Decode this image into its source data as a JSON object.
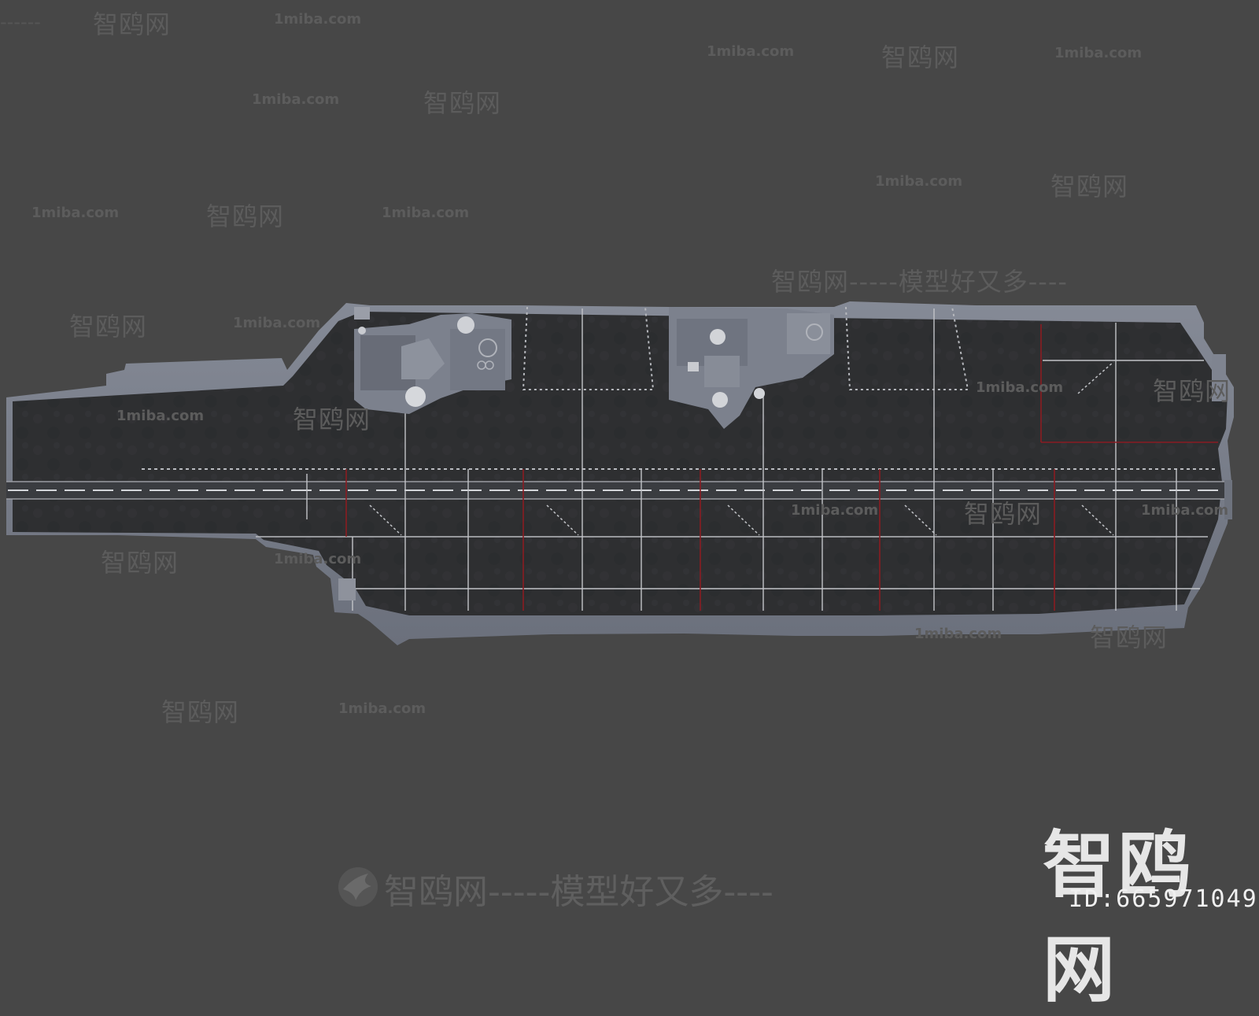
{
  "watermark": {
    "site_name": "智鸥网",
    "url": "1miba.com",
    "slogan": "模型好又多",
    "banner": "智鸥网-----模型好又多----",
    "slogan_line": "智鸥网-----模型好又多----"
  },
  "logo": {
    "text": "智鸥网"
  },
  "asset_id": {
    "text": "ID:665971049"
  },
  "colors": {
    "background": "#474747",
    "hull": "#7a7f8c",
    "deck": "#2f3032",
    "marking": "#c9cbd0",
    "safety_line": "#8a1c22",
    "watermark": "#5c5c5c"
  },
  "subject": {
    "icon": "aircraft-carrier-icon"
  }
}
